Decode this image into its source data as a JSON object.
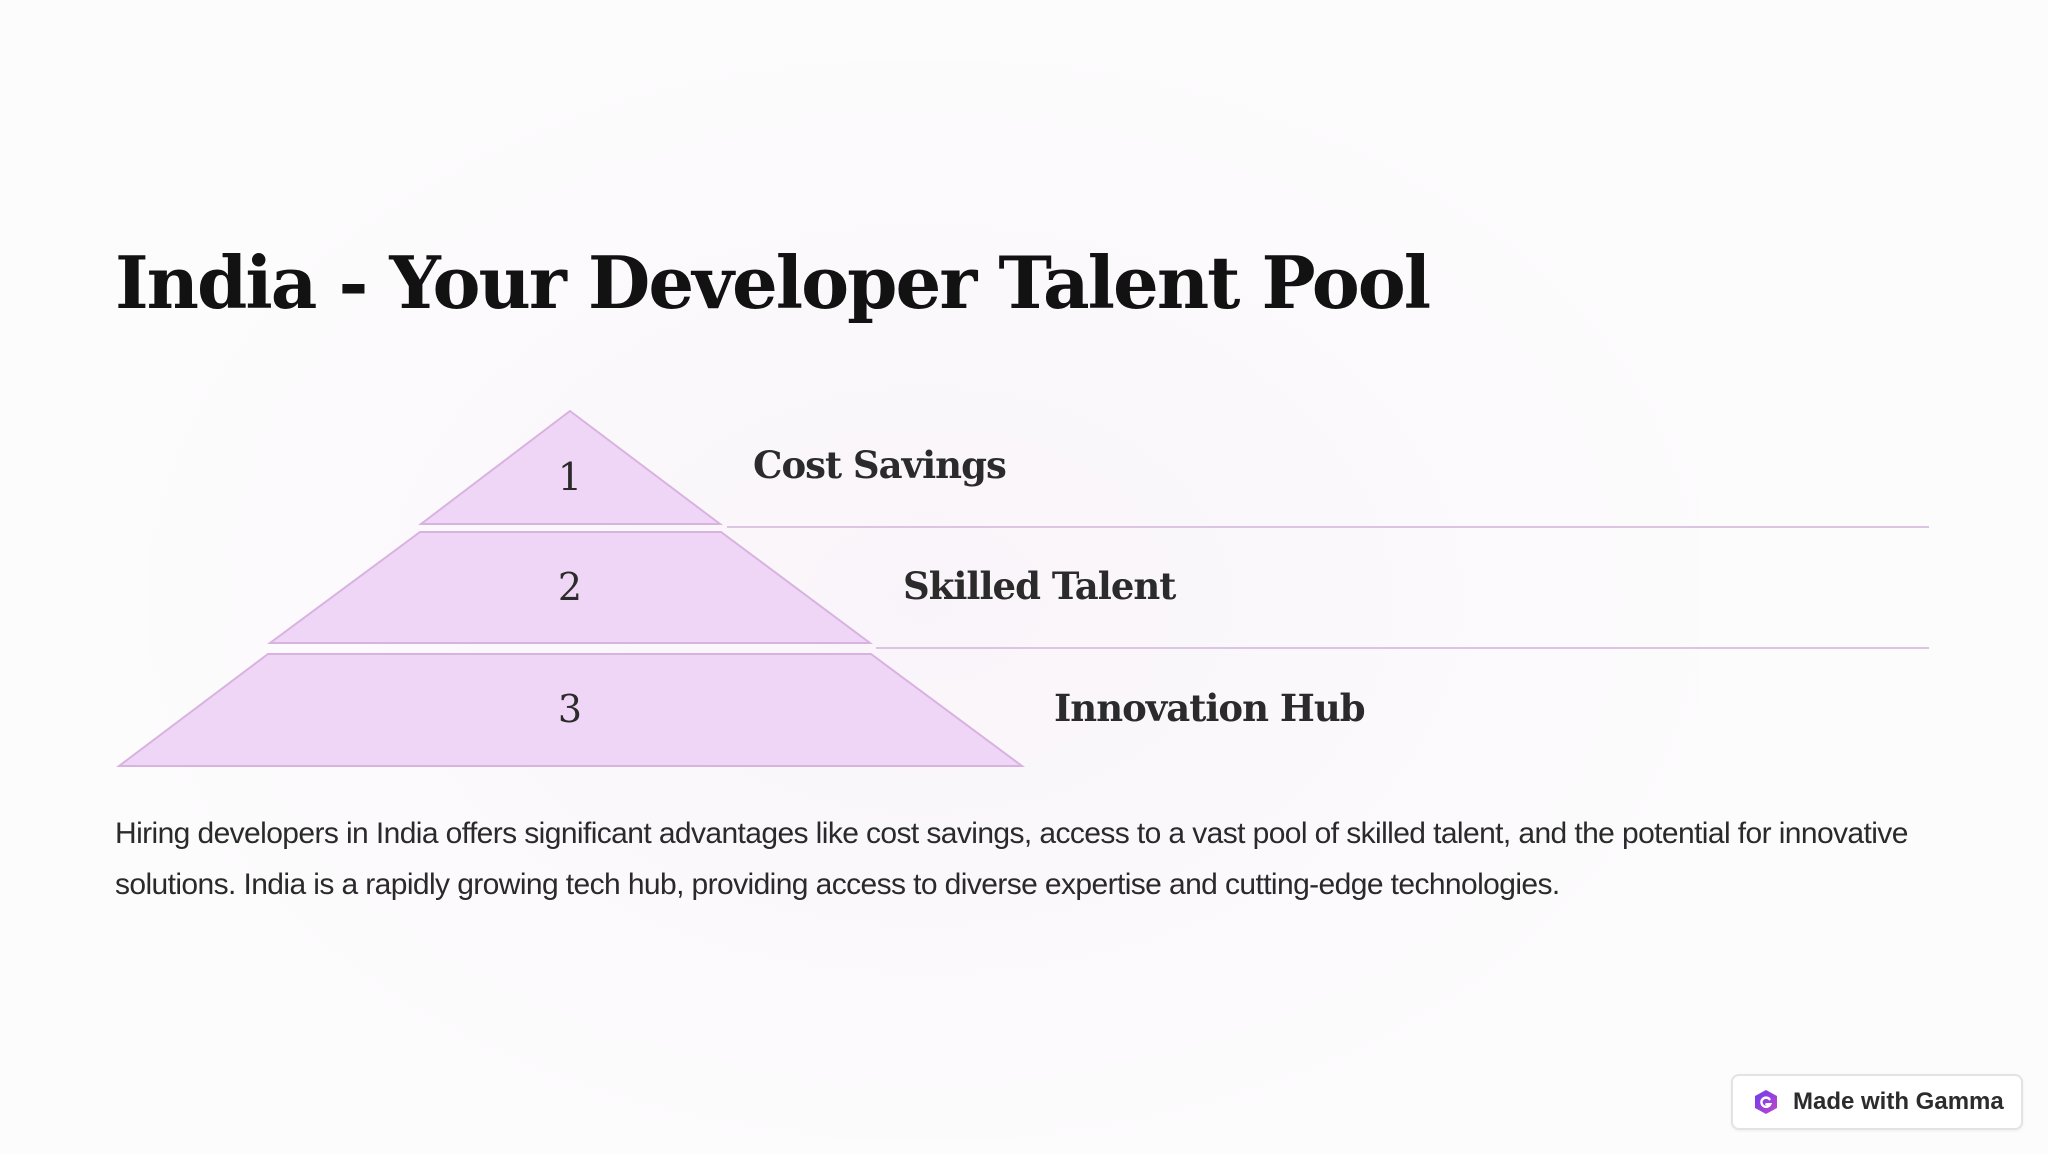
{
  "slide": {
    "title": "India - Your Developer Talent Pool",
    "description": "Hiring developers in India offers significant advantages like cost savings, access to a vast pool of skilled talent, and the potential for innovative solutions. India is a rapidly growing tech hub, providing access to diverse expertise and cutting-edge technologies."
  },
  "pyramid": {
    "levels": [
      {
        "number": "1",
        "label": "Cost Savings"
      },
      {
        "number": "2",
        "label": "Skilled Talent"
      },
      {
        "number": "3",
        "label": "Innovation Hub"
      }
    ],
    "fill_color": "#f0d6f6",
    "stroke_color": "#d9b3e0",
    "divider_color": "#dcc4e3"
  },
  "badge": {
    "label": "Made with Gamma",
    "icon": "gamma-logo-icon"
  }
}
